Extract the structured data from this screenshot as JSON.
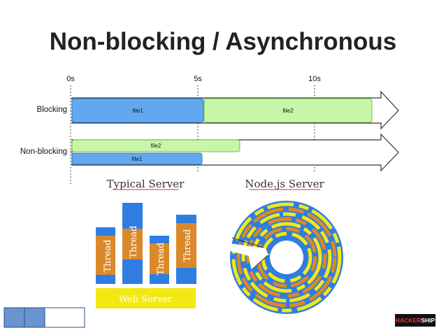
{
  "title": "Non-blocking / Asynchronous",
  "timeline": {
    "ticks": [
      "0s",
      "5s",
      "10s"
    ],
    "rows": [
      {
        "label": "Blocking",
        "bars": [
          {
            "name": "file1",
            "color": "#62a8f0"
          },
          {
            "name": "file2",
            "color": "#c8f5a8"
          }
        ]
      },
      {
        "label": "Non-blocking",
        "bars": [
          {
            "name": "file2",
            "color": "#c8f5a8"
          },
          {
            "name": "file1",
            "color": "#62a8f0"
          }
        ]
      }
    ]
  },
  "typical_server": {
    "heading": "Typical Server",
    "thread_label": "Thread",
    "web_server_label": "Web Server",
    "colors": {
      "thread_blue": "#2f7de1",
      "thread_orange": "#d9892a",
      "web_server": "#f2e814"
    }
  },
  "node_server": {
    "heading": "Node.js Server",
    "colors": [
      "#2f7de1",
      "#d9892a",
      "#f2e814"
    ]
  },
  "badge": {
    "part1": "HACKER",
    "part2": "SHIP"
  }
}
